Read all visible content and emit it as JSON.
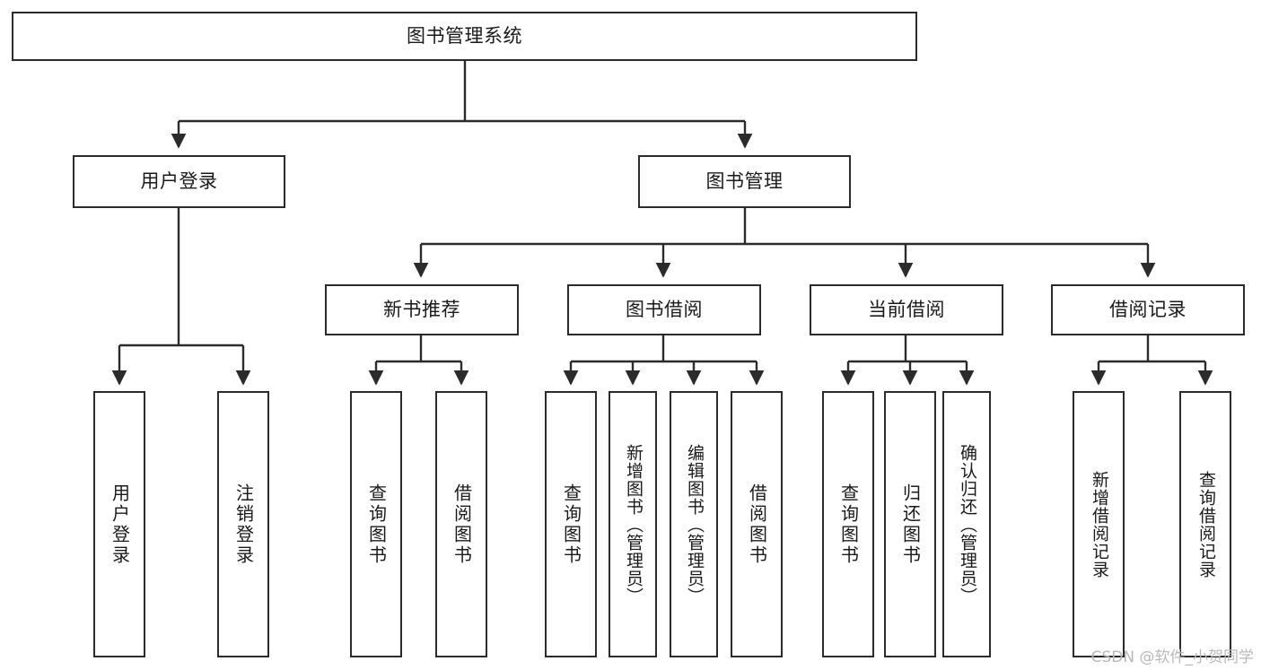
{
  "diagram": {
    "title": "图书管理系统",
    "type": "tree",
    "colors": {
      "stroke": "#2b2b2b",
      "fill": "#ffffff",
      "text": "#1a1a1a",
      "watermark": "#b9b9b9"
    },
    "root": {
      "label": "图书管理系统"
    },
    "level2": [
      {
        "label": "用户登录"
      },
      {
        "label": "图书管理"
      }
    ],
    "level3": [
      {
        "label": "新书推荐"
      },
      {
        "label": "图书借阅"
      },
      {
        "label": "当前借阅"
      },
      {
        "label": "借阅记录"
      }
    ],
    "leaves": {
      "user_login": [
        {
          "label": "用户登录"
        },
        {
          "label": "注销登录"
        }
      ],
      "new_book_rec": [
        {
          "label": "查询图书"
        },
        {
          "label": "借阅图书"
        }
      ],
      "book_borrow": [
        {
          "label": "查询图书"
        },
        {
          "label": "新增图书（管理员）"
        },
        {
          "label": "编辑图书（管理员）"
        },
        {
          "label": "借阅图书"
        }
      ],
      "current_borrow": [
        {
          "label": "查询图书"
        },
        {
          "label": "归还图书"
        },
        {
          "label": "确认归还（管理员）"
        }
      ],
      "borrow_record": [
        {
          "label": "新增借阅记录"
        },
        {
          "label": "查询借阅记录"
        }
      ]
    }
  },
  "watermark": {
    "text": "CSDN @软件_小贺同学"
  }
}
